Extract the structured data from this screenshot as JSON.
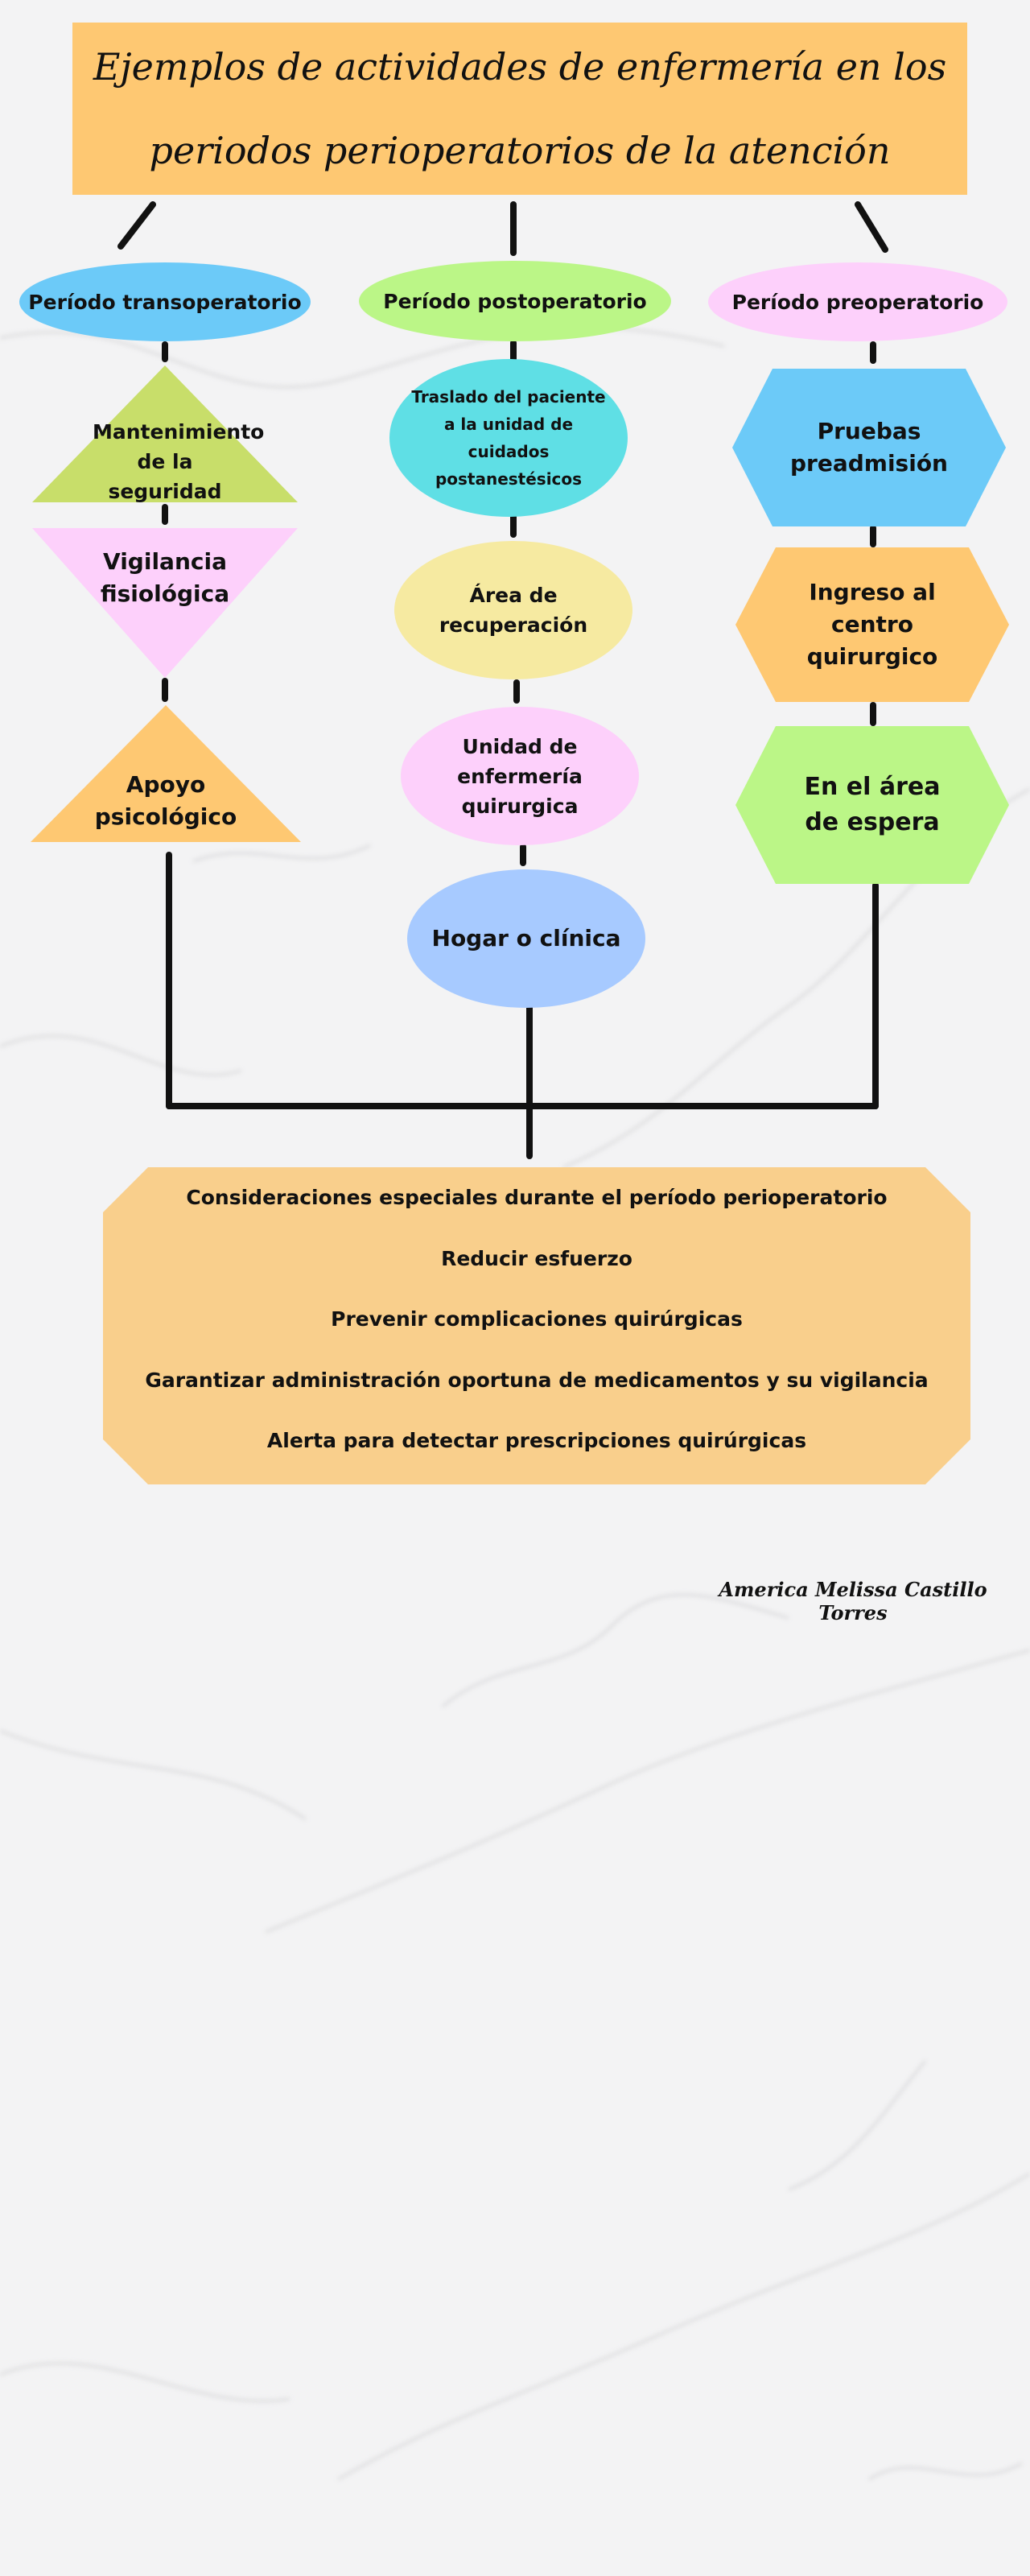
{
  "title": "Ejemplos de actividades de enfermería en los periodos perioperatorios de la atención",
  "columns": {
    "trans": {
      "header": "Período transoperatorio",
      "nodes": [
        "Mantenimiento de la seguridad",
        "Vigilancia fisiológica",
        "Apoyo psicológico"
      ]
    },
    "post": {
      "header": "Período postoperatorio",
      "nodes": [
        "Traslado del paciente a la unidad de cuidados postanestésicos",
        "Área de recuperación",
        "Unidad de enfermería quirurgica",
        "Hogar o clínica"
      ]
    },
    "pre": {
      "header": "Período preoperatorio",
      "nodes": [
        "Pruebas preadmisión",
        "Ingreso al centro quirurgico",
        "En el área de espera"
      ]
    }
  },
  "considerations": {
    "heading": "Consideraciones especiales durante el período perioperatorio",
    "items": [
      "Reducir esfuerzo",
      "Prevenir complicaciones quirúrgicas",
      "Garantizar administración oportuna de medicamentos y su vigilancia",
      "Alerta para detectar prescripciones quirúrgicas"
    ]
  },
  "author": "America Melissa Castillo Torres",
  "colors": {
    "orange": "#fec872",
    "peach": "#f9cf8c",
    "blue": "#6ccaf8",
    "green": "#bbf687",
    "pink": "#fdd0fb",
    "olive": "#c8de6a",
    "teal": "#5fdfe5",
    "yellow": "#f6eaa1",
    "lightblue": "#a7caff"
  }
}
